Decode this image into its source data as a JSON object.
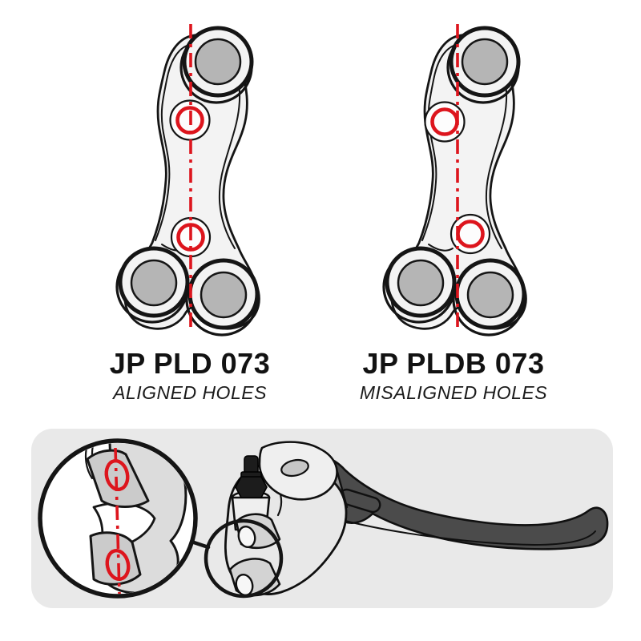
{
  "figures": {
    "aligned": {
      "title": "JP PLD 073",
      "subtitle": "ALIGNED HOLES"
    },
    "misaligned": {
      "title": "JP PLDB 073",
      "subtitle": "MISALIGNED HOLES"
    }
  },
  "colors": {
    "accent_red": "#dd151d",
    "panel_grey": "#e9e9e9",
    "part_fill": "#f3f3f3",
    "bore_grey": "#b5b5b5",
    "lever_grey": "#4b4b4b",
    "outline": "#151515"
  }
}
